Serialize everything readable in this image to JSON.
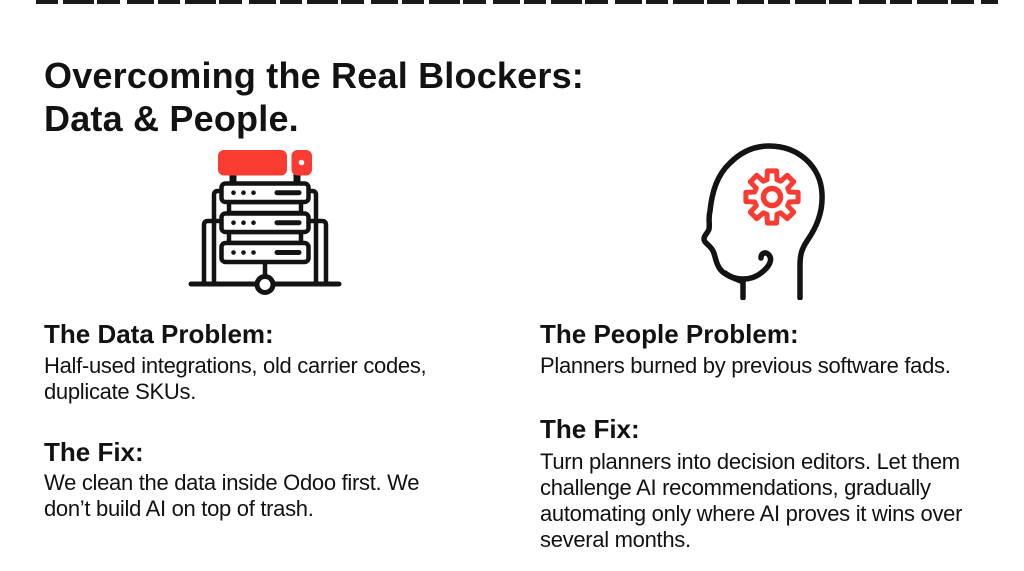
{
  "page": {
    "background": "#ffffff",
    "text_color": "#121212",
    "accent_red": "#FA3B32",
    "artifact_color": "#1a1a1a"
  },
  "title": "Overcoming the Real Blockers:\nData & People.",
  "columns": [
    {
      "id": "data",
      "icon": "server-rack-icon",
      "problem_heading": "The Data Problem:",
      "problem_text": "Half-used integrations, old carrier codes,\nduplicate SKUs.",
      "fix_heading": "The Fix:",
      "fix_text": "We clean the data inside Odoo first. We\ndon’t build AI on top of trash."
    },
    {
      "id": "people",
      "icon": "head-gear-icon",
      "problem_heading": "The People Problem:",
      "problem_text": "Planners burned by previous software fads.",
      "fix_heading": "The Fix:",
      "fix_text": "Turn planners into decision editors. Let them\nchallenge AI recommendations, gradually\nautomating only where AI proves it wins over\nseveral months."
    }
  ]
}
